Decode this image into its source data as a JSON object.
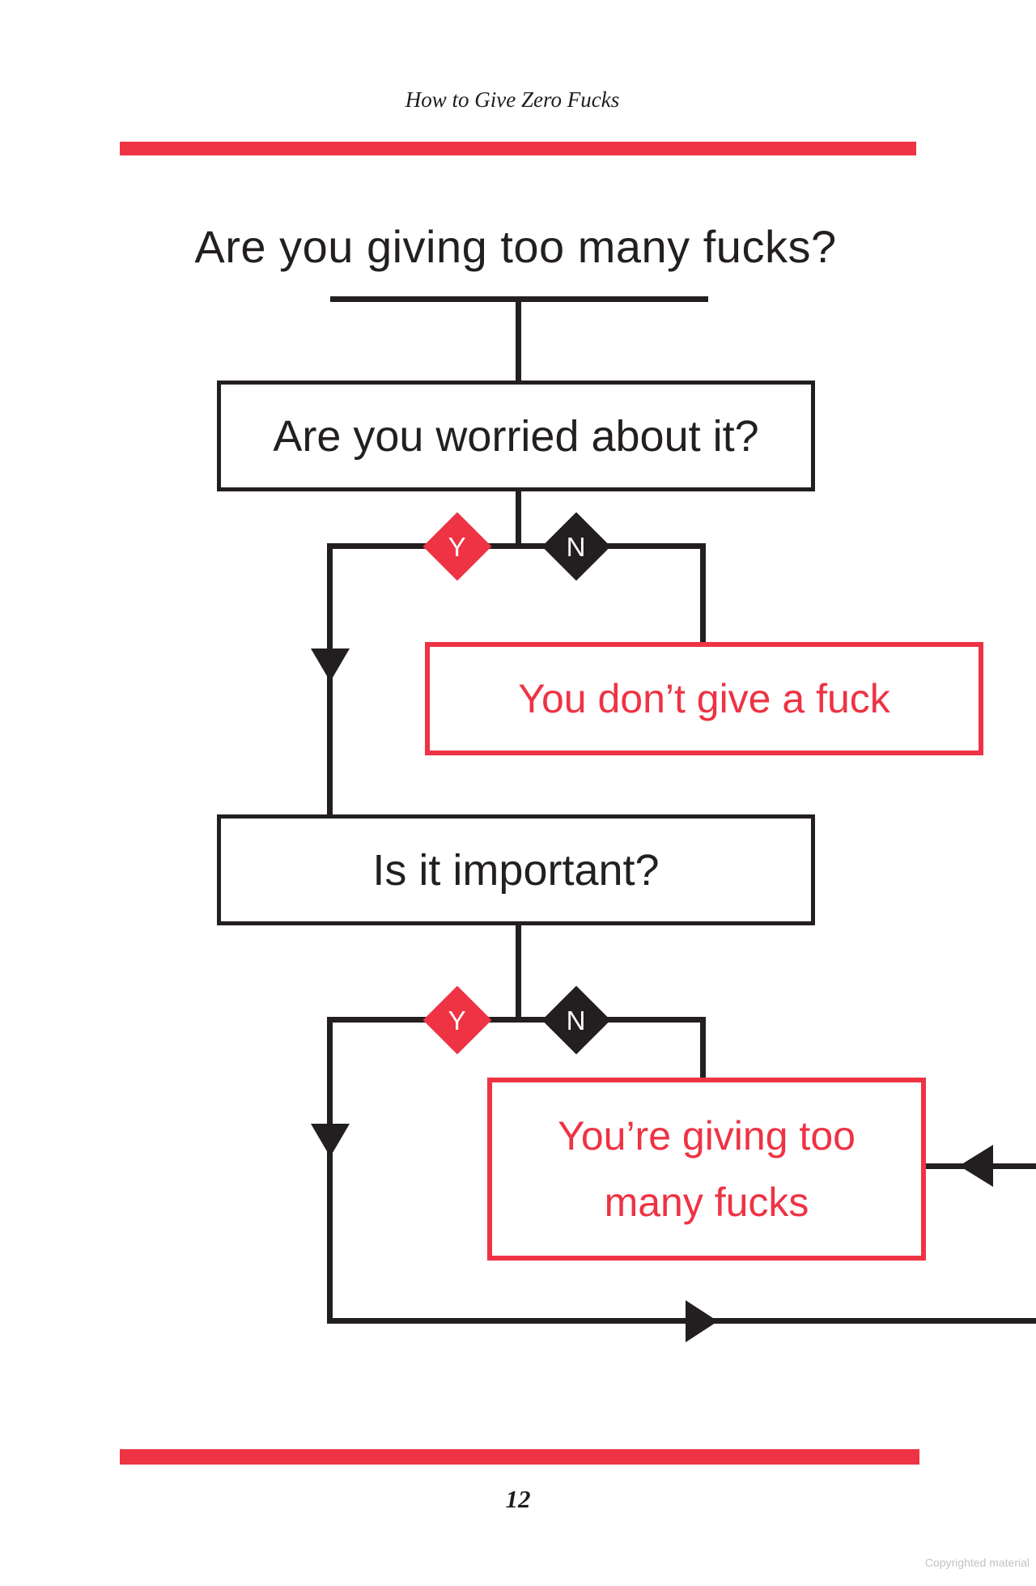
{
  "page": {
    "running_header": "How to Give Zero Fucks",
    "page_number": "12",
    "copyright_notice": "Copyrighted material"
  },
  "colors": {
    "accent_red": "#ee3344",
    "ink_black": "#231f20"
  },
  "flowchart": {
    "title": "Are you giving too many fucks?",
    "labels": {
      "yes": "Y",
      "no": "N"
    },
    "nodes": {
      "question_worried": "Are you worried about it?",
      "question_important": "Is it important?",
      "outcome_dont_give": "You don’t give a fuck",
      "outcome_too_many_lines": [
        "You’re giving too",
        "many fucks"
      ]
    },
    "edges": [
      {
        "from": "title",
        "to": "question_worried"
      },
      {
        "from": "question_worried",
        "label": "Y",
        "to": "question_important"
      },
      {
        "from": "question_worried",
        "label": "N",
        "to": "outcome_dont_give"
      },
      {
        "from": "question_important",
        "label": "Y",
        "to": "exit_bottom_right"
      },
      {
        "from": "question_important",
        "label": "N",
        "to": "outcome_too_many"
      },
      {
        "from": "entry_right_edge",
        "to": "outcome_too_many"
      }
    ]
  }
}
